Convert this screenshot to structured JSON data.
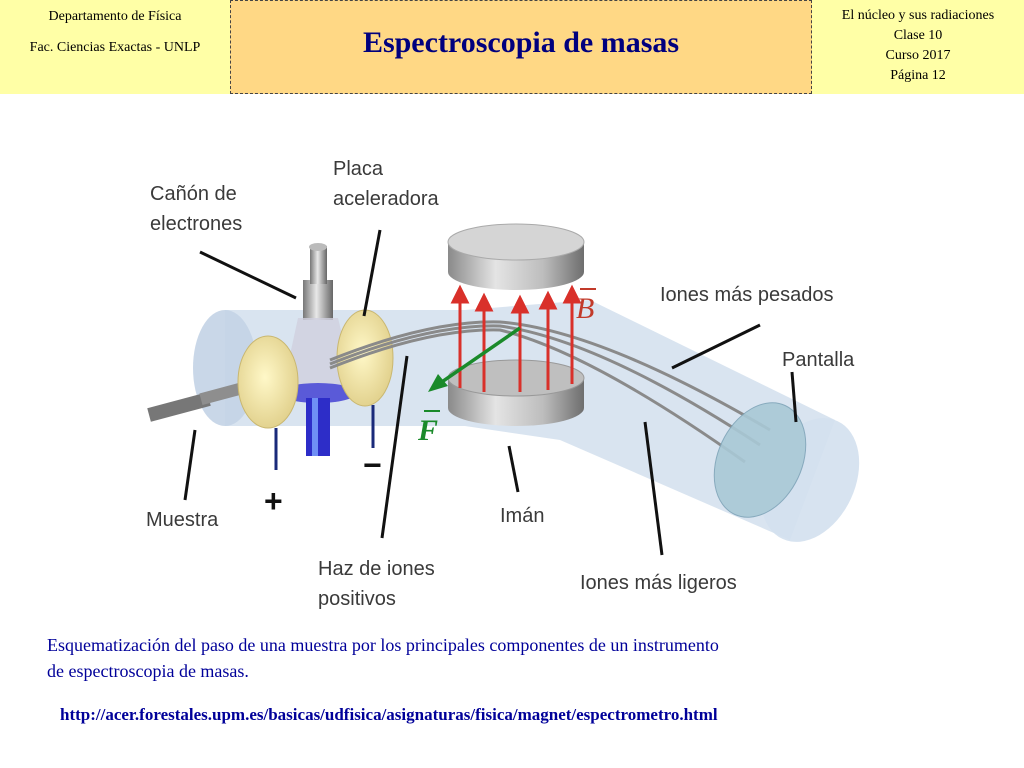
{
  "header": {
    "left_line1": "Departamento de Física",
    "left_line2": "Fac. Ciencias Exactas - UNLP",
    "title": "Espectroscopia de masas",
    "right_line1": "El núcleo y sus radiaciones",
    "right_line2": "Clase 10",
    "right_line3": "Curso 2017",
    "right_line4": "Página 12"
  },
  "figure": {
    "labels": {
      "canon_line1": "Cañón de",
      "canon_line2": "electrones",
      "placa_line1": "Placa",
      "placa_line2": "aceleradora",
      "iones_pesados": "Iones más pesados",
      "pantalla": "Pantalla",
      "muestra": "Muestra",
      "haz_line1": "Haz de iones",
      "haz_line2": "positivos",
      "iman": "Imán",
      "iones_ligeros": "Iones más ligeros",
      "plus": "+",
      "minus": "−",
      "field_b": "B",
      "force_f": "F"
    },
    "colors": {
      "field_arrow": "#d9302a",
      "force_arrow": "#1a8a2a",
      "force_label": "#1a8a2a",
      "field_label": "#c23a2a"
    }
  },
  "caption": {
    "line1": "Esquematización del paso de una muestra por los principales componentes de un instrumento",
    "line2": "de espectroscopia de masas."
  },
  "source_url": "http://acer.forestales.upm.es/basicas/udfisica/asignaturas/fisica/magnet/espectrometro.html"
}
